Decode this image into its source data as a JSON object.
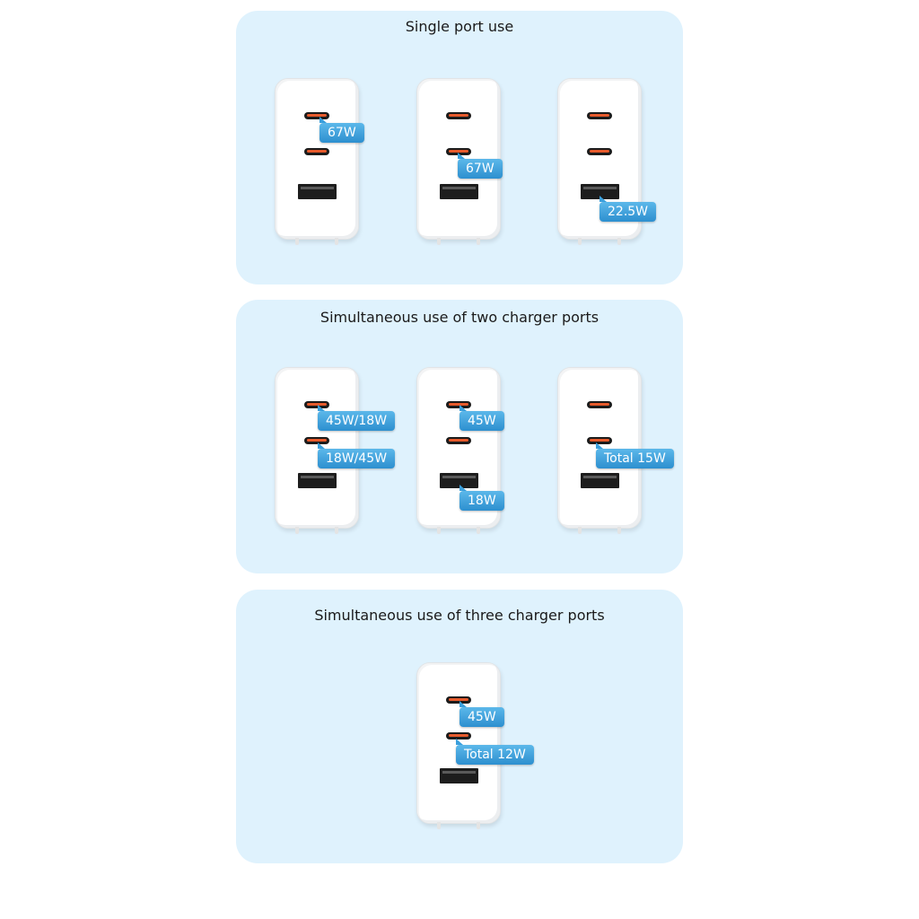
{
  "panels": [
    {
      "title": "Single port use",
      "chargers": [
        {
          "tags": [
            "67W"
          ]
        },
        {
          "tags": [
            "67W"
          ]
        },
        {
          "tags": [
            "22.5W"
          ]
        }
      ]
    },
    {
      "title": "Simultaneous use of two charger ports",
      "chargers": [
        {
          "tags": [
            "45W/18W",
            "18W/45W"
          ]
        },
        {
          "tags": [
            "45W",
            "18W"
          ]
        },
        {
          "tags": [
            "Total 15W"
          ]
        }
      ]
    },
    {
      "title": "Simultaneous use of three charger ports",
      "chargers": [
        {
          "tags": [
            "45W",
            "Total 12W"
          ]
        }
      ]
    }
  ],
  "colors": {
    "panel_background": "#dff2fd",
    "tag_top": "#5cb8ea",
    "tag_bottom": "#2d8fcf",
    "port_accent": "#e65a2c"
  }
}
